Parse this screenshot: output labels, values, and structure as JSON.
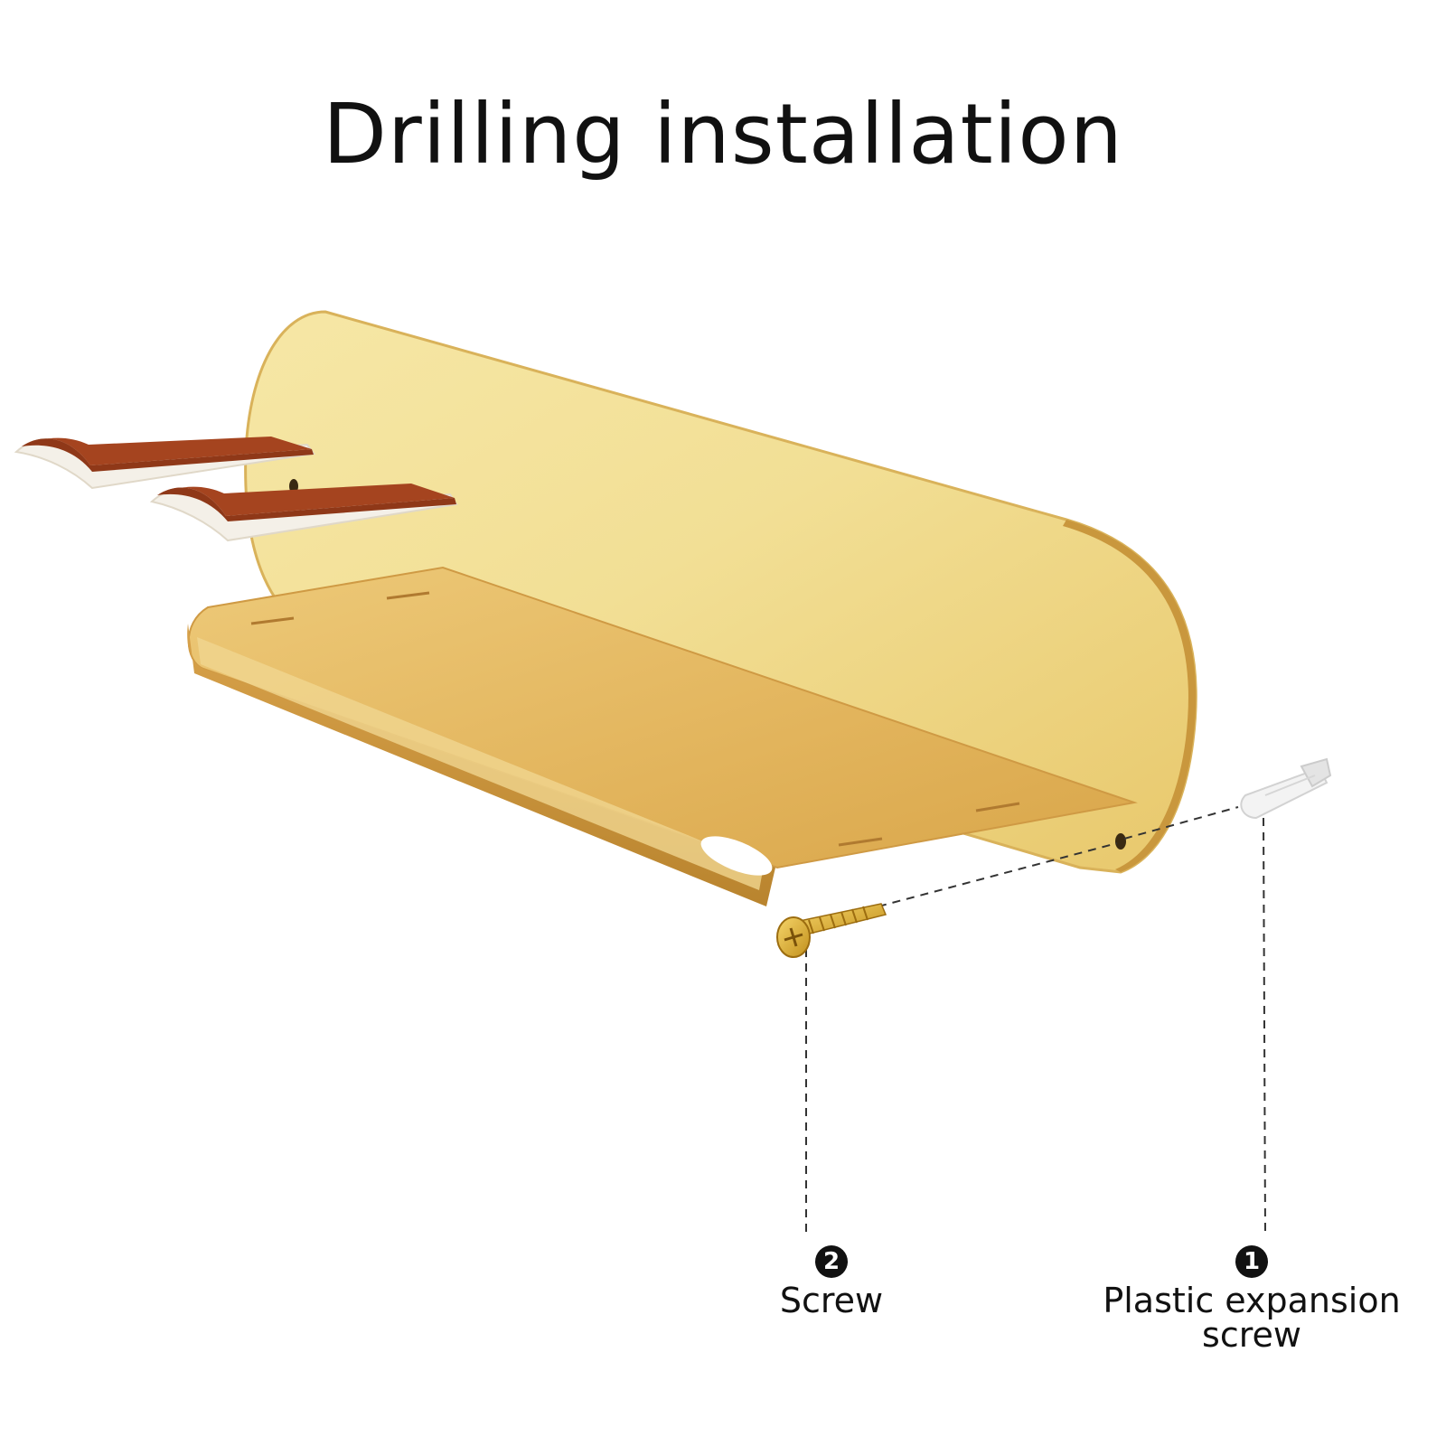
{
  "title": "Drilling installation",
  "callouts": [
    {
      "number": "2",
      "label": "Screw"
    },
    {
      "number": "1",
      "label": "Plastic expansion screw"
    }
  ],
  "colors": {
    "gold_light": "#f2dd8e",
    "gold_mid": "#e3b95c",
    "gold_dark": "#c28a32",
    "adhesive_red": "#a5441f",
    "text": "#111111"
  }
}
